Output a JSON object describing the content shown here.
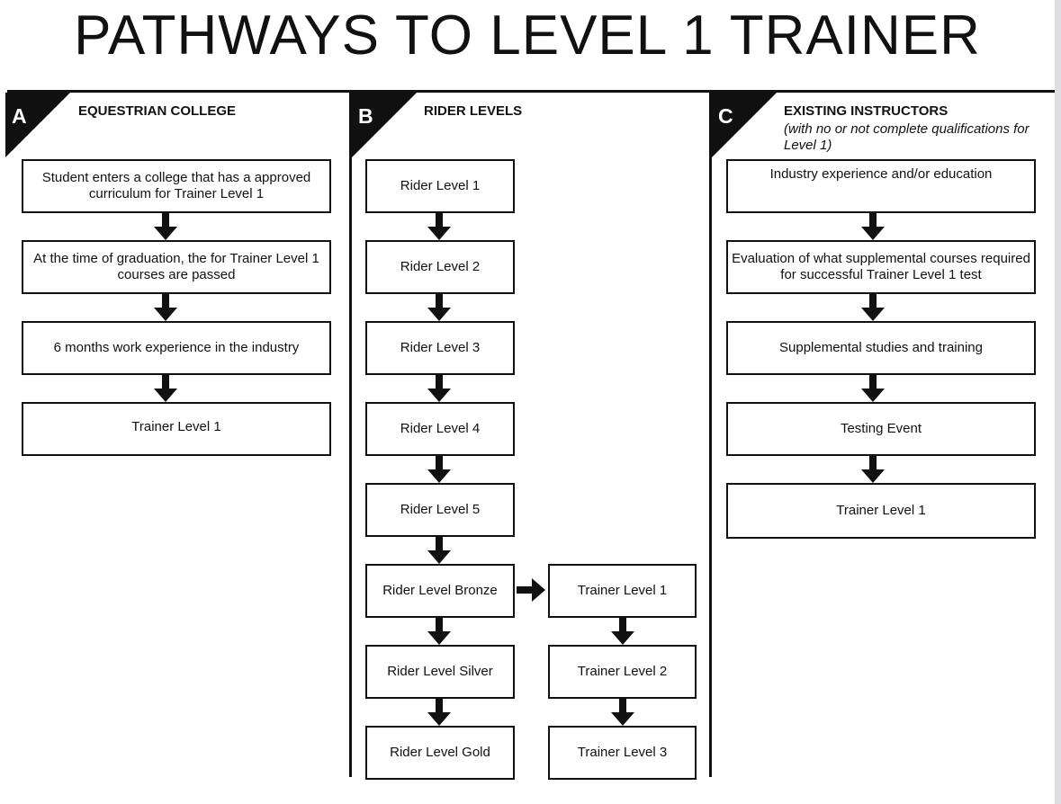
{
  "title": "PATHWAYS TO LEVEL 1 TRAINER",
  "columns": {
    "a": {
      "letter": "A",
      "heading": "EQUESTRIAN COLLEGE",
      "steps": [
        "Student enters a college that has a approved curriculum for Trainer Level 1",
        "At the time of graduation, the for Trainer Level 1 courses are passed",
        "6 months work experience in the industry",
        "Trainer Level 1"
      ]
    },
    "b": {
      "letter": "B",
      "heading": "RIDER LEVELS",
      "rider_steps": [
        "Rider Level 1",
        "Rider Level 2",
        "Rider Level 3",
        "Rider Level 4",
        "Rider Level 5",
        "Rider Level Bronze",
        "Rider Level Silver",
        "Rider Level Gold"
      ],
      "trainer_steps": [
        "Trainer Level 1",
        "Trainer Level 2",
        "Trainer Level 3"
      ]
    },
    "c": {
      "letter": "C",
      "heading": "EXISTING INSTRUCTORS",
      "subheading": "(with no or not complete qualifications for Level 1)",
      "steps": [
        "Industry experience and/or education",
        "Evaluation of what supplemental courses required for successful Trainer Level 1 test",
        "Supplemental studies and training",
        "Testing Event",
        "Trainer Level 1"
      ]
    }
  },
  "colors": {
    "ink": "#111111",
    "paper": "#ffffff",
    "margin": "#f0f0f2"
  }
}
